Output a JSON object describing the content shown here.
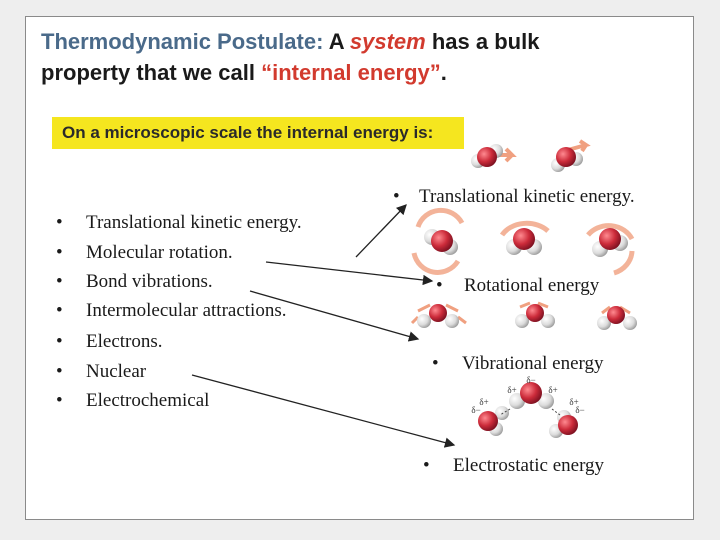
{
  "title": {
    "line1_prefix": "Thermodynamic Postulate:",
    "line1_a": "A",
    "line1_system": "system",
    "line1_suffix": "has a bulk",
    "line2_prefix": "property that we call",
    "line2_quote": "“internal energy”",
    "line2_end": "."
  },
  "highlight": "On a microscopic scale the internal energy is:",
  "bullet_char": "•",
  "list_items": [
    "Translational kinetic energy.",
    "Molecular rotation.",
    "Bond vibrations.",
    "Intermolecular attractions.",
    "Electrons.",
    "Nuclear",
    "Electrochemical"
  ],
  "right_labels": [
    "Translational kinetic energy.",
    "Rotational energy",
    "Vibrational energy",
    "Electrostatic energy"
  ],
  "partial_charges": {
    "minus": "δ−",
    "plus": "δ+"
  },
  "colors": {
    "title_blue": "#4a6a8a",
    "title_red": "#d23a2e",
    "highlight": "#f5e61f",
    "oxygen": "#cc2b3a",
    "hydrogen": "#e8e8e8",
    "rotation_arrow": "#f0a080"
  }
}
